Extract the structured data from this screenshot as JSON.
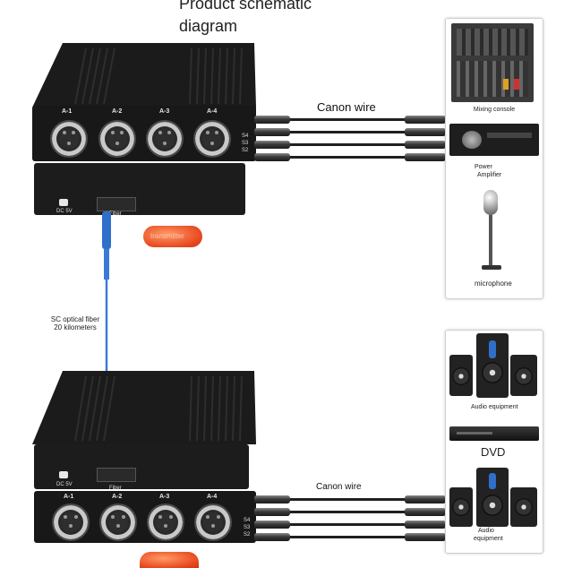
{
  "title": {
    "line1": "Product schematic",
    "line2": "diagram"
  },
  "top_unit": {
    "channels": [
      "A-1",
      "A-2",
      "A-3",
      "A-4"
    ],
    "dc_label": "DC 5V",
    "fiber_label": "Fiber",
    "badge": "transmitter",
    "side_labels": [
      "S4",
      "S3",
      "S2"
    ]
  },
  "bottom_unit": {
    "channels": [
      "A-1",
      "A-2",
      "A-3",
      "A-4"
    ],
    "dc_label": "DC 5V",
    "fiber_label": "Fiber",
    "side_labels": [
      "S4",
      "S3",
      "S2"
    ]
  },
  "cable_top": {
    "label": "Canon wire"
  },
  "cable_bottom": {
    "label": "Canon wire"
  },
  "fiber": {
    "line1": "SC optical fiber",
    "line2": "20 kilometers"
  },
  "devices_top": {
    "mixer": "Mixing console",
    "amp_line1": "Power",
    "amp_line2": "Amplifier",
    "mic": "microphone"
  },
  "devices_bottom": {
    "audio1": "Audio equipment",
    "dvd": "DVD",
    "audio2_line1": "Audio",
    "audio2_line2": "equipment"
  },
  "colors": {
    "chassis": "#1a1a1a",
    "fiber_cable": "#2f6fc9",
    "badge": "#e8491f",
    "text": "#111111"
  },
  "icons": [
    "xlr-female-socket",
    "xlr-male-socket",
    "sc-fiber-port",
    "dc-power-port",
    "mixer-image",
    "amplifier-image",
    "microphone-image",
    "speaker-image",
    "dvd-player-image"
  ]
}
